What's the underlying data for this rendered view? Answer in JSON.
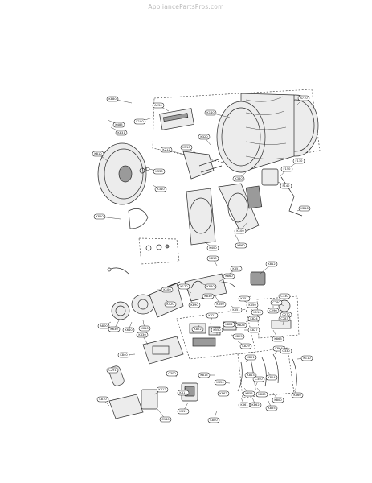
{
  "watermark": "AppliancePartsPros.com",
  "callouts": [
    {
      "id": "c1",
      "text": "K880"
    },
    {
      "id": "c2",
      "text": "K485"
    },
    {
      "id": "c3",
      "text": "K831"
    },
    {
      "id": "c4",
      "text": "K100"
    },
    {
      "id": "c5",
      "text": "K140"
    },
    {
      "id": "c6",
      "text": "A710"
    },
    {
      "id": "c7",
      "text": "A250"
    },
    {
      "id": "c8",
      "text": "K212"
    },
    {
      "id": "c9",
      "text": "K310"
    },
    {
      "id": "c10",
      "text": "K320"
    },
    {
      "id": "c11",
      "text": "K330"
    },
    {
      "id": "c12",
      "text": "K360"
    },
    {
      "id": "c13",
      "text": "F110"
    },
    {
      "id": "c14",
      "text": "F150"
    },
    {
      "id": "c15",
      "text": "F140"
    },
    {
      "id": "c16",
      "text": "K340"
    },
    {
      "id": "c17",
      "text": "K816"
    },
    {
      "id": "c18",
      "text": "K100"
    },
    {
      "id": "c19",
      "text": "K810"
    },
    {
      "id": "c20",
      "text": "K850"
    },
    {
      "id": "c21",
      "text": "K400"
    },
    {
      "id": "c22",
      "text": "K860"
    },
    {
      "id": "c23",
      "text": "K810"
    },
    {
      "id": "c24",
      "text": "K812"
    },
    {
      "id": "c25",
      "text": "K851"
    },
    {
      "id": "c26",
      "text": "K860"
    },
    {
      "id": "c27",
      "text": "K880"
    },
    {
      "id": "c28",
      "text": "K170"
    },
    {
      "id": "c29",
      "text": "K100"
    },
    {
      "id": "c30",
      "text": "K830"
    },
    {
      "id": "c31",
      "text": "K520"
    },
    {
      "id": "c32",
      "text": "K850"
    },
    {
      "id": "c33",
      "text": "K851"
    },
    {
      "id": "c34",
      "text": "K850"
    },
    {
      "id": "c35",
      "text": "K890"
    },
    {
      "id": "c36",
      "text": "K851"
    },
    {
      "id": "c37",
      "text": "K110"
    },
    {
      "id": "c38",
      "text": "K821"
    },
    {
      "id": "c39",
      "text": "K824"
    },
    {
      "id": "c40",
      "text": "K826"
    },
    {
      "id": "c41",
      "text": "K827"
    },
    {
      "id": "c42",
      "text": "K822"
    },
    {
      "id": "c43",
      "text": "K630"
    },
    {
      "id": "c44",
      "text": "K640"
    },
    {
      "id": "c45",
      "text": "K610"
    },
    {
      "id": "c46",
      "text": "A800"
    },
    {
      "id": "c47",
      "text": "K550"
    },
    {
      "id": "c48",
      "text": "K822"
    },
    {
      "id": "c49",
      "text": "K825"
    },
    {
      "id": "c50",
      "text": "K829"
    },
    {
      "id": "c51",
      "text": "K863"
    },
    {
      "id": "c52",
      "text": "K864"
    },
    {
      "id": "c53",
      "text": "K830"
    },
    {
      "id": "c54",
      "text": "K840"
    },
    {
      "id": "c55",
      "text": "C330"
    },
    {
      "id": "c56",
      "text": "K110"
    },
    {
      "id": "c57",
      "text": "K851"
    },
    {
      "id": "c58",
      "text": "C291"
    },
    {
      "id": "c59",
      "text": "C300"
    },
    {
      "id": "c60",
      "text": "K815"
    },
    {
      "id": "c61",
      "text": "K850"
    },
    {
      "id": "c62",
      "text": "K811"
    },
    {
      "id": "c63",
      "text": "K813"
    },
    {
      "id": "c64",
      "text": "C340"
    },
    {
      "id": "c65",
      "text": "K814"
    },
    {
      "id": "c66",
      "text": "K855"
    },
    {
      "id": "c67",
      "text": "K860"
    },
    {
      "id": "c68",
      "text": "K800"
    },
    {
      "id": "c69",
      "text": "K862"
    },
    {
      "id": "c70",
      "text": "K861"
    },
    {
      "id": "c71",
      "text": "K862"
    },
    {
      "id": "c72",
      "text": "K855"
    },
    {
      "id": "c73",
      "text": "K860"
    },
    {
      "id": "c74",
      "text": "C270"
    },
    {
      "id": "c75",
      "text": "C280"
    },
    {
      "id": "c76",
      "text": "C290"
    },
    {
      "id": "c77",
      "text": "C283"
    },
    {
      "id": "c78",
      "text": "C330"
    },
    {
      "id": "c79",
      "text": "K810"
    },
    {
      "id": "c80",
      "text": "K811"
    },
    {
      "id": "c81",
      "text": "C140"
    },
    {
      "id": "c82",
      "text": "K812"
    },
    {
      "id": "c83",
      "text": "K800"
    }
  ]
}
